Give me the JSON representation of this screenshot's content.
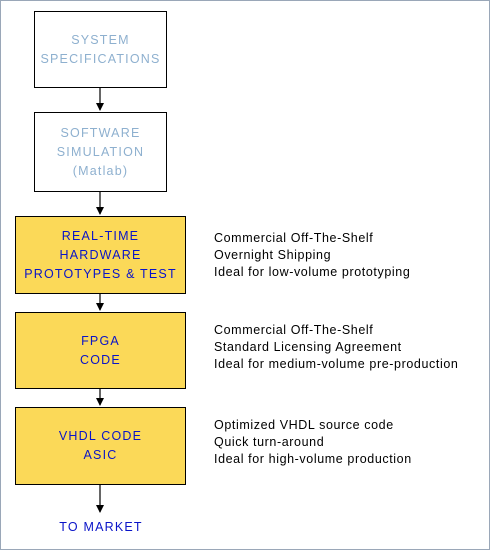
{
  "boxes": [
    {
      "lines": [
        "SYSTEM",
        "SPECIFICATIONS"
      ]
    },
    {
      "lines": [
        "SOFTWARE",
        "SIMULATION",
        "(Matlab)"
      ]
    },
    {
      "lines": [
        "REAL-TIME",
        "HARDWARE",
        "PROTOTYPES & TEST"
      ]
    },
    {
      "lines": [
        "FPGA",
        "CODE"
      ]
    },
    {
      "lines": [
        "VHDL CODE",
        "ASIC"
      ]
    }
  ],
  "notes": [
    {
      "lines": [
        "Commercial Off-The-Shelf",
        "Overnight Shipping",
        "Ideal for low-volume prototyping"
      ]
    },
    {
      "lines": [
        "Commercial Off-The-Shelf",
        "Standard Licensing Agreement",
        "Ideal for medium-volume pre-production"
      ]
    },
    {
      "lines": [
        "Optimized VHDL source code",
        "Quick turn-around",
        "Ideal for high-volume production"
      ]
    }
  ],
  "final_label": "TO MARKET",
  "colors": {
    "box_fill": "#fbd958",
    "box_text": "#0a14c8",
    "muted_text": "#8eb0cf"
  }
}
